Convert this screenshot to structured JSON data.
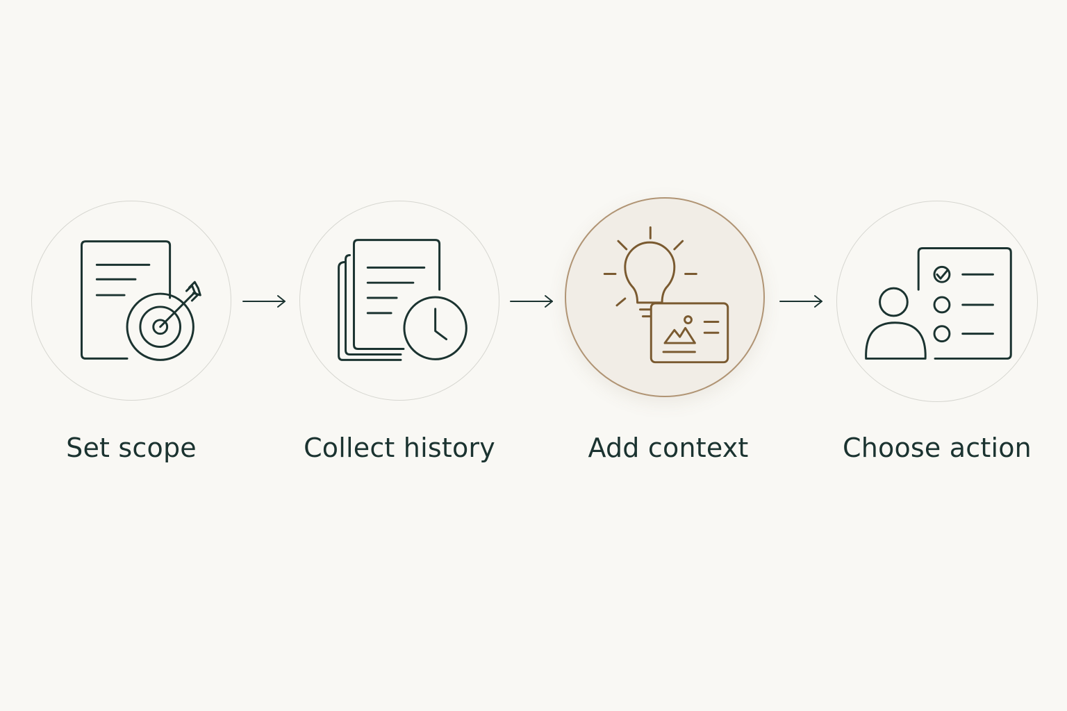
{
  "colors": {
    "background": "#f9f8f4",
    "ink": "#1b3330",
    "accent": "#7a5a30",
    "highlight_border": "#b09474"
  },
  "steps": [
    {
      "label": "Set scope",
      "icon": "document-target-icon",
      "highlighted": false
    },
    {
      "label": "Collect history",
      "icon": "documents-clock-icon",
      "highlighted": false
    },
    {
      "label": "Add context",
      "icon": "lightbulb-image-card-icon",
      "highlighted": true
    },
    {
      "label": "Choose action",
      "icon": "person-checklist-icon",
      "highlighted": false
    }
  ],
  "connectors": [
    {
      "icon": "arrow-right-icon"
    },
    {
      "icon": "arrow-right-icon"
    },
    {
      "icon": "arrow-right-icon"
    }
  ]
}
